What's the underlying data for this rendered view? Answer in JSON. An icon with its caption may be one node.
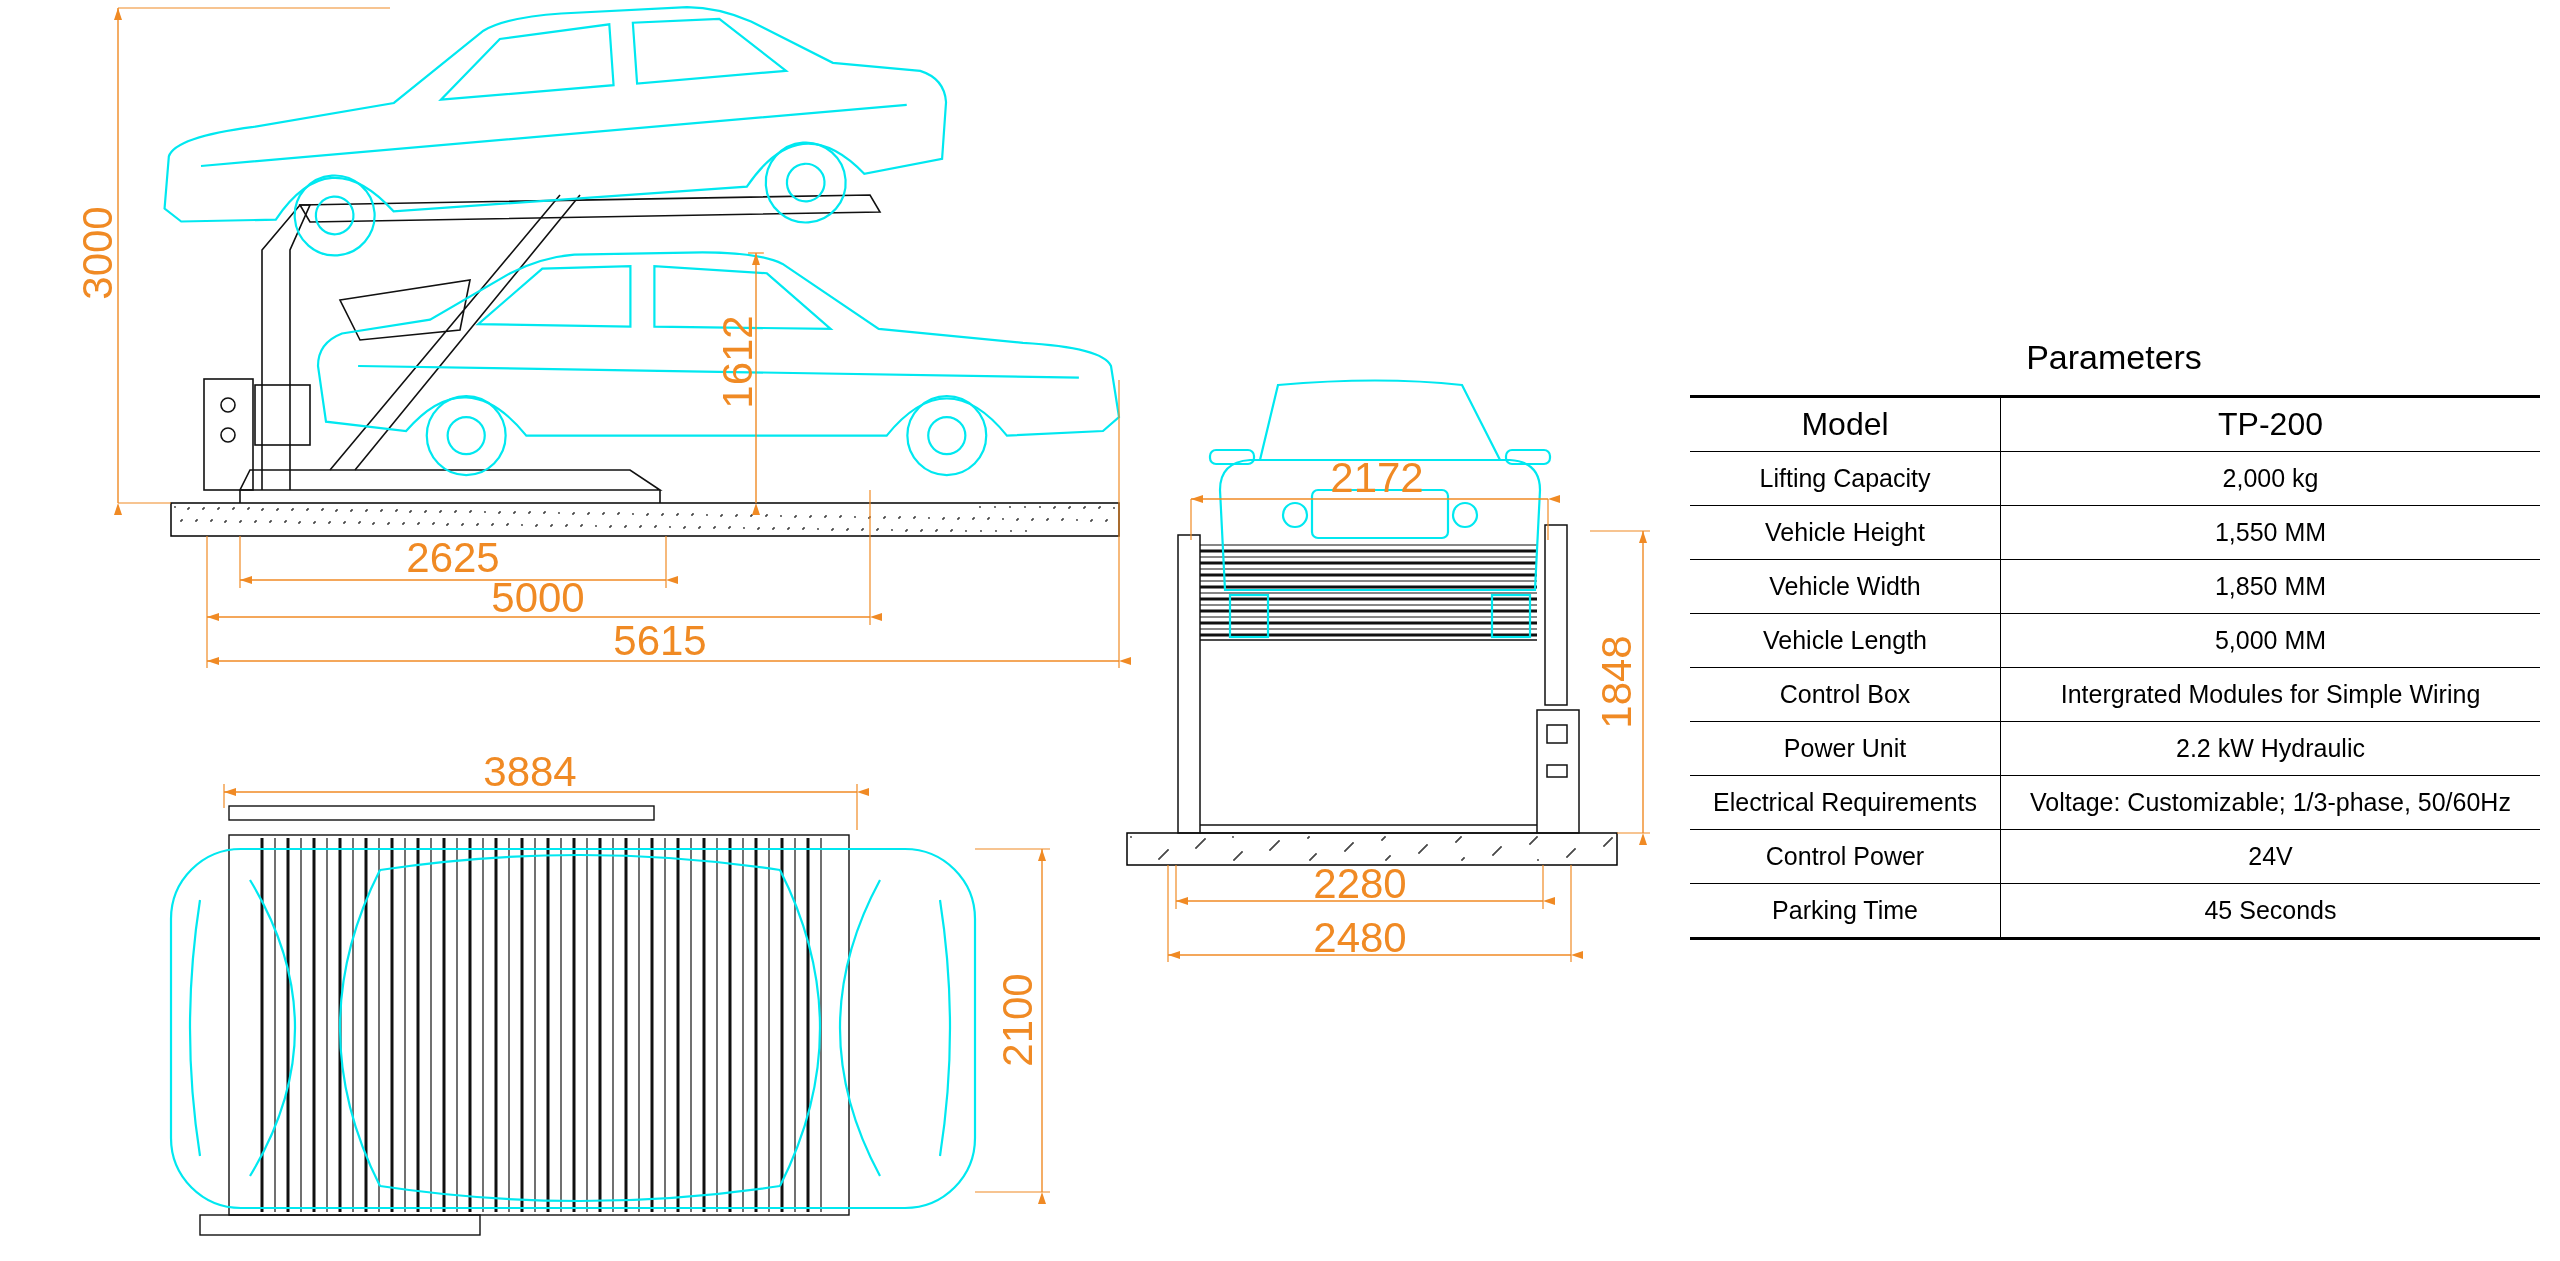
{
  "diagram": {
    "title": "Parameters",
    "labels": [
      "3000",
      "1612",
      "2172",
      "2625",
      "5000",
      "5615",
      "1848",
      "3884",
      "2280",
      "2480",
      "2100",
      "Model",
      "TP-200",
      "Lifting Capacity",
      "2,000 kg",
      "Vehicle Height",
      "1,550 MM",
      "Vehicle Width",
      "1,850 MM",
      "Vehicle Length",
      "5,000 MM",
      "Control Box",
      "Intergrated Modules for Simple Wiring",
      "Power Unit",
      "2.2 kW Hydraulic",
      "Electrical Requirements",
      "Voltage: Customizable; 1/3-phase, 50/60Hz",
      "Control Power",
      "24V",
      "Parking Time",
      "45 Seconds"
    ]
  }
}
